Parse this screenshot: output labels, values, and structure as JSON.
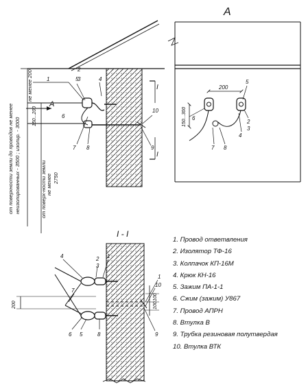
{
  "view_a": {
    "title": "А"
  },
  "section": {
    "title": "I - I"
  },
  "dims": {
    "d200_top": "200",
    "d150_200": "150...200",
    "d150_300": "150...300",
    "d200_left": "200",
    "d100_a": "100",
    "d100_b": "100",
    "d200_a": "200"
  },
  "ground_notes": {
    "left_line1": "от поверхности земли до проводов не менее",
    "left_line2": "неизолированных - 3500 ; изолир. - 3000",
    "mid_line1": "от поверх-ности земли",
    "mid_line2": "не менее",
    "mid_line3": "2750",
    "top_line1": "не менее 200"
  },
  "markers": {
    "arrow_a": "А",
    "section_i": "I",
    "section_i2": "I"
  },
  "callouts": {
    "c1": "1",
    "c2": "2",
    "c3": "3",
    "c4": "4",
    "c5": "5",
    "c6": "6",
    "c7": "7",
    "c8": "8",
    "c9": "9",
    "c10": "10"
  },
  "legend": {
    "items": [
      "1. Провод ответвления",
      "2. Изолятор ТФ-16",
      "3. Колпачок КП-16М",
      "4. Крюк КН-16",
      "5. Зажим ПА-1-1",
      "6. Сжим (зажим) У867",
      "7. Провод АПРН",
      "8. Втулка В",
      "9. Трубка резиновая полутвердая",
      "10. Втулка ВТК"
    ]
  }
}
